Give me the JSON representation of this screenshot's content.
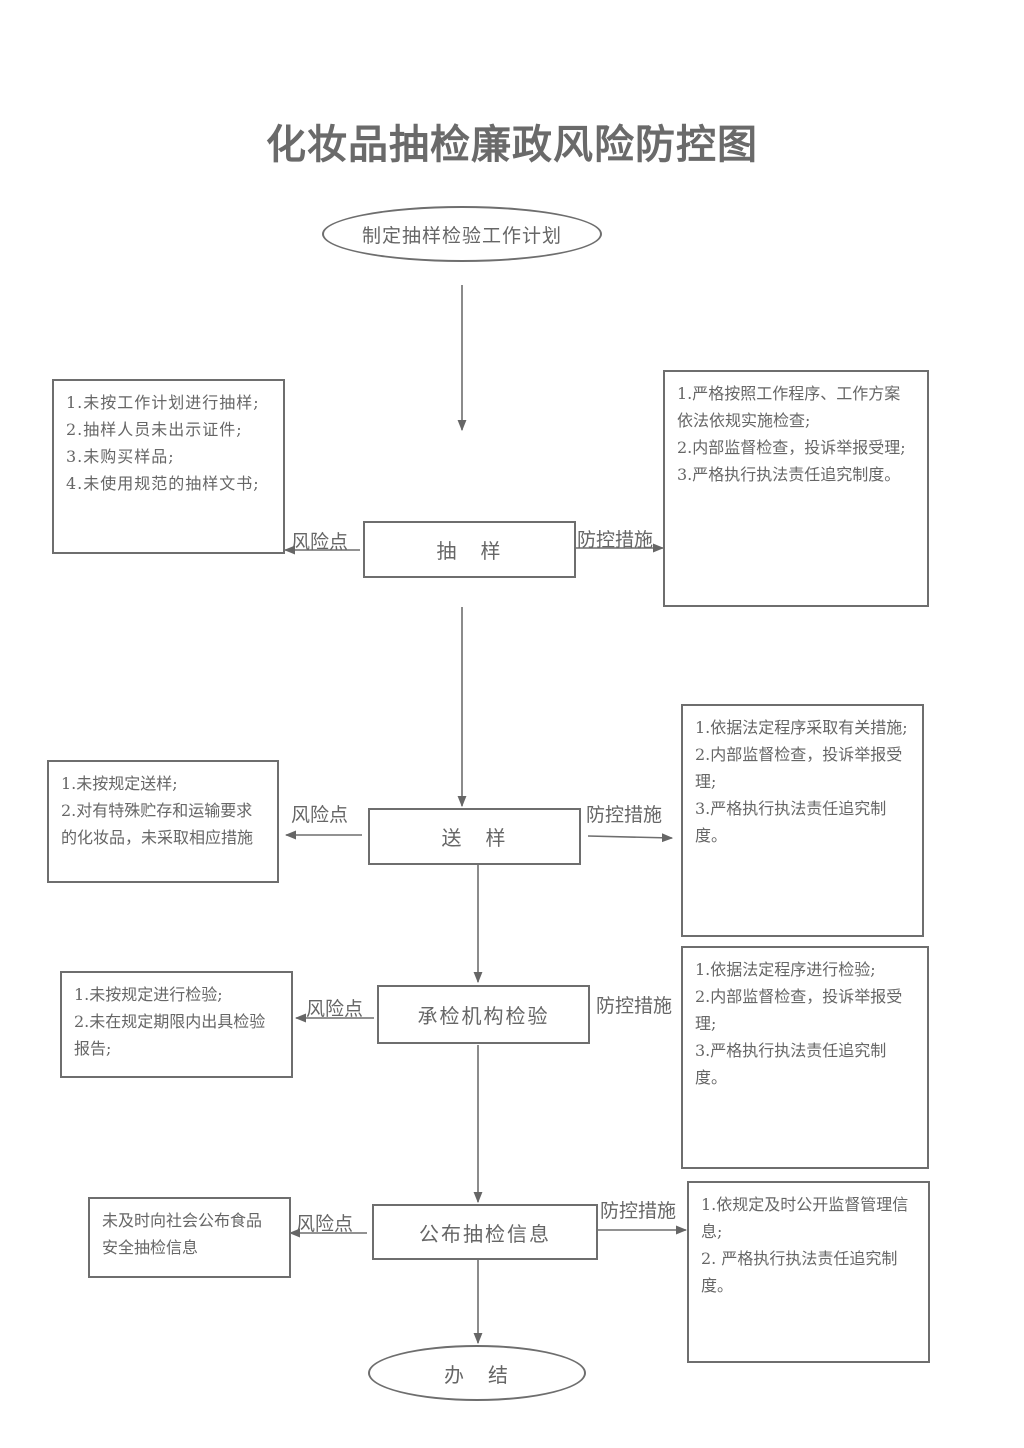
{
  "title": "化妆品抽检廉政风险防控图",
  "label_risk": "风险点",
  "label_measure": "防控措施",
  "start": "制定抽样检验工作计划",
  "end": "办　结",
  "steps": [
    {
      "name": "抽　样",
      "risks": [
        "1.未按工作计划进行抽样;",
        "2.抽样人员未出示证件;",
        "3.未购买样品;",
        "4.未使用规范的抽样文书;"
      ],
      "measures": [
        "1.严格按照工作程序、工作方案依法依规实施检查;",
        "2.内部监督检查，投诉举报受理;",
        "3.严格执行执法责任追究制度。"
      ]
    },
    {
      "name": "送　样",
      "risks": [
        "1.未按规定送样;",
        "2.对有特殊贮存和运输要求的化妆品，未采取相应措施"
      ],
      "measures": [
        "1.依据法定程序采取有关措施;",
        "2.内部监督检查，投诉举报受理;",
        "3.严格执行执法责任追究制度。"
      ]
    },
    {
      "name": "承检机构检验",
      "risks": [
        "1.未按规定进行检验;",
        "2.未在规定期限内出具检验报告;"
      ],
      "measures": [
        "1.依据法定程序进行检验;",
        "2.内部监督检查，投诉举报受理;",
        "3.严格执行执法责任追究制度。"
      ]
    },
    {
      "name": "公布抽检信息",
      "risks": [
        "未及时向社会公布食品安全抽检信息"
      ],
      "measures": [
        "1.依规定及时公开监督管理信息;",
        "2. 严格执行执法责任追究制度。"
      ]
    }
  ]
}
